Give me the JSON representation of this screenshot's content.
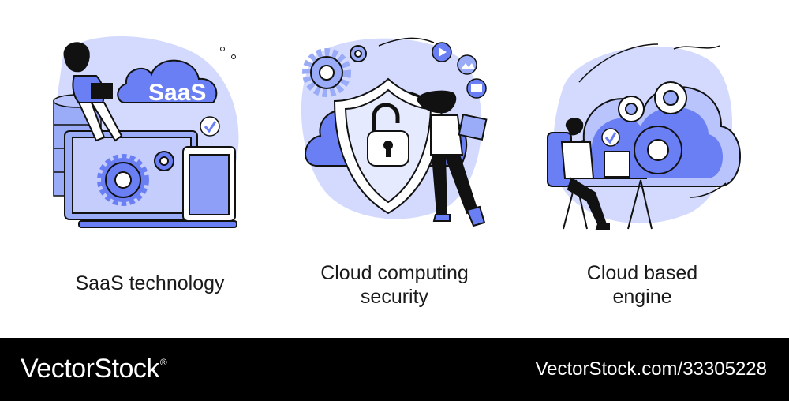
{
  "colors": {
    "accent": "#6b7ff5",
    "light": "#d3dafd",
    "dark": "#111111",
    "footer_bg": "#000000"
  },
  "panels": [
    {
      "caption_lines": [
        "SaaS technology"
      ],
      "badge": "SaaS",
      "icons": [
        "cloud-icon",
        "database-icon",
        "laptop-icon",
        "tablet-icon",
        "gear-icon",
        "check-icon",
        "person-icon"
      ]
    },
    {
      "caption_lines": [
        "Cloud computing",
        "security"
      ],
      "icons": [
        "shield-icon",
        "padlock-icon",
        "cloud-icon",
        "gear-icon",
        "play-icon",
        "image-icon",
        "mail-icon",
        "person-icon"
      ]
    },
    {
      "caption_lines": [
        "Cloud based",
        "engine"
      ],
      "icons": [
        "cloud-icon",
        "gear-icon",
        "check-icon",
        "laptop-icon",
        "desk-icon",
        "person-icon"
      ]
    }
  ],
  "footer": {
    "brand": "VectorStock",
    "trademark": "®",
    "url": "VectorStock.com/33305228"
  }
}
